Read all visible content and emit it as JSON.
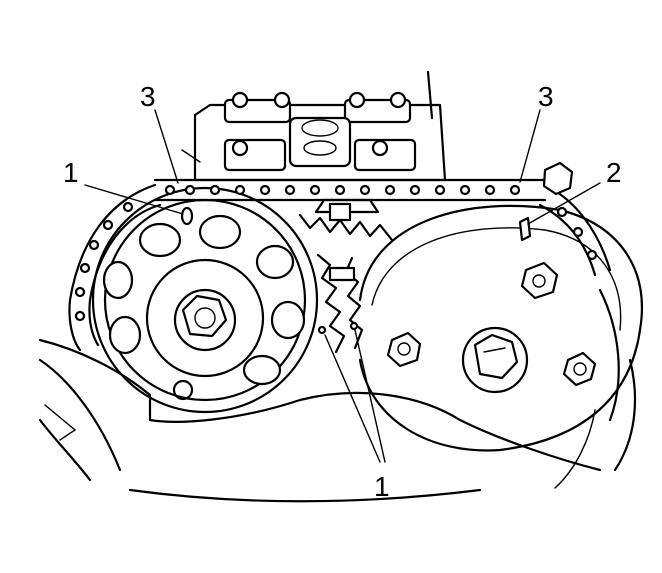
{
  "callouts": {
    "c1_upper": "1",
    "c1_lower": "1",
    "c2": "2",
    "c3_left": "3",
    "c3_right": "3"
  }
}
